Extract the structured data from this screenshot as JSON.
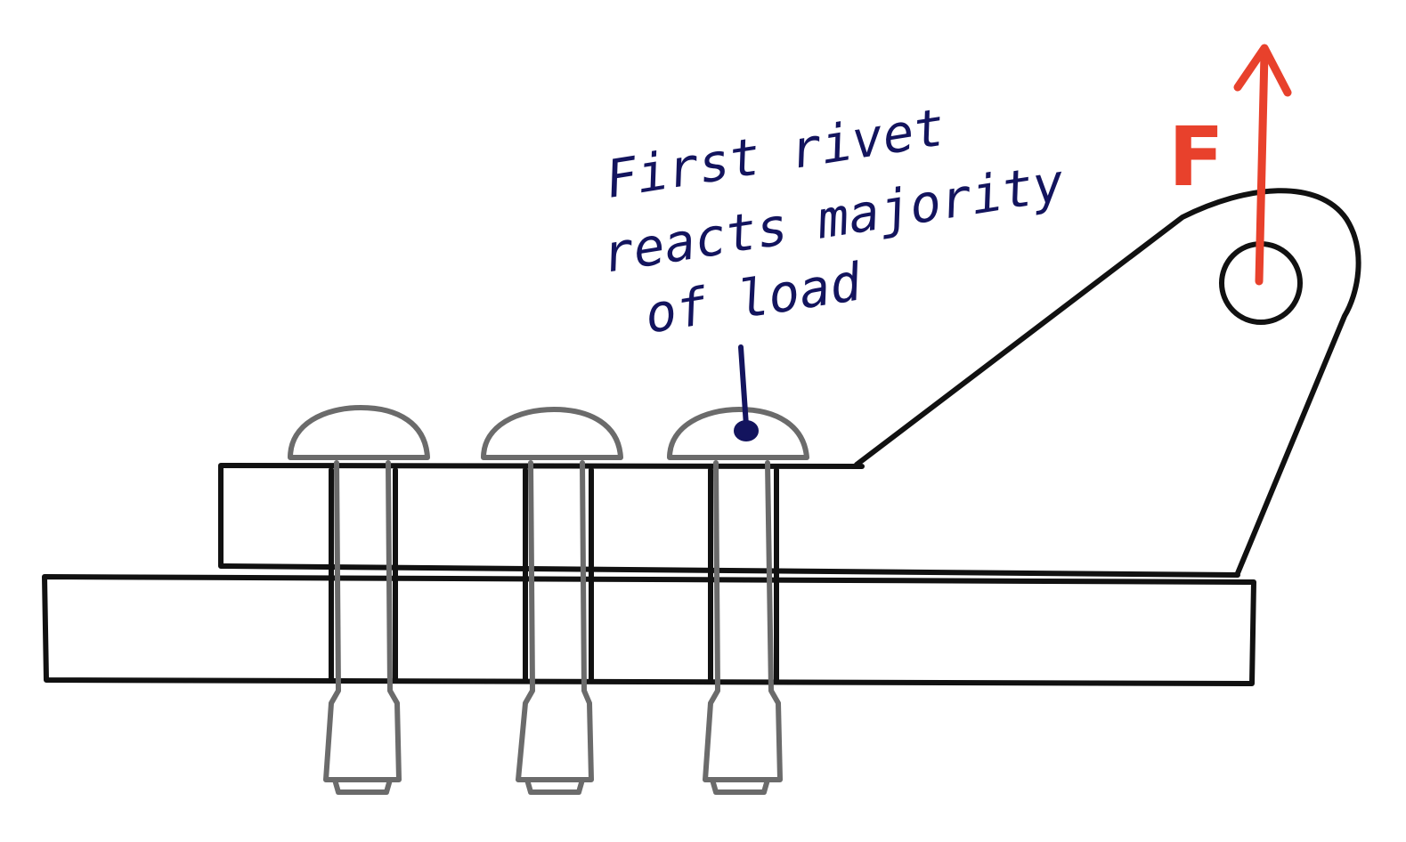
{
  "annotation": {
    "lines": [
      "First rivet",
      "reacts majority",
      "of load"
    ],
    "color": "#13145e"
  },
  "force": {
    "label": "F",
    "color": "#e8412c"
  },
  "colors": {
    "plate": "#111111",
    "rivet": "#6b6b6b"
  },
  "rivet_count": 3
}
